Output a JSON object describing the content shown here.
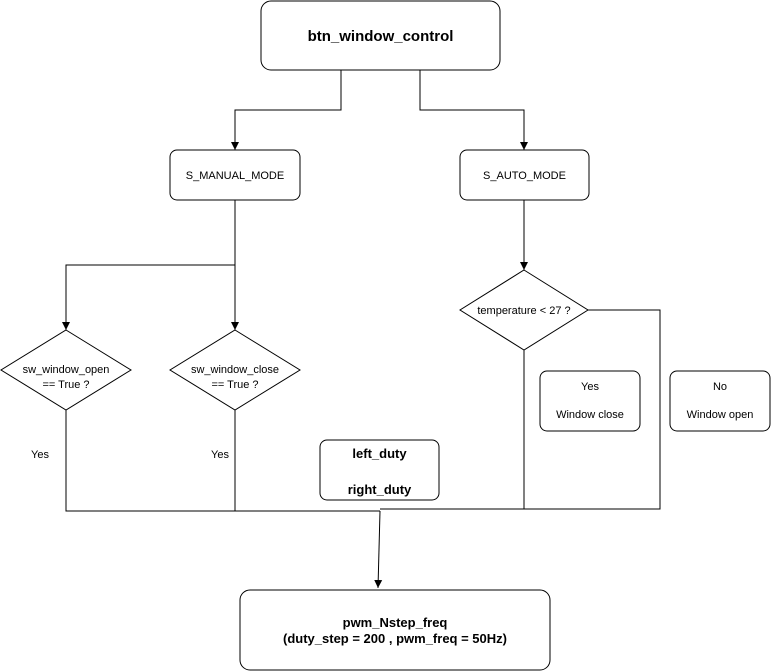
{
  "nodes": {
    "root": {
      "label": "btn_window_control"
    },
    "manual_mode": {
      "label": "S_MANUAL_MODE"
    },
    "auto_mode": {
      "label": "S_AUTO_MODE"
    },
    "sw_open": {
      "line1": "sw_window_open",
      "line2": "== True ?"
    },
    "sw_close": {
      "line1": "sw_window_close",
      "line2": "== True ?"
    },
    "temp_check": {
      "label": "temperature < 27 ?"
    },
    "yes_close": {
      "line1": "Yes",
      "line2": "Window close"
    },
    "no_open": {
      "line1": "No",
      "line2": "Window open"
    },
    "duty": {
      "line1": "left_duty",
      "line2": "right_duty"
    },
    "pwm": {
      "line1": "pwm_Nstep_freq",
      "line2": "(duty_step = 200 , pwm_freq = 50Hz)"
    }
  },
  "edge_labels": {
    "open_yes": "Yes",
    "close_yes": "Yes"
  },
  "colors": {
    "stroke": "#000000",
    "fill": "#ffffff",
    "text": "#000000"
  }
}
